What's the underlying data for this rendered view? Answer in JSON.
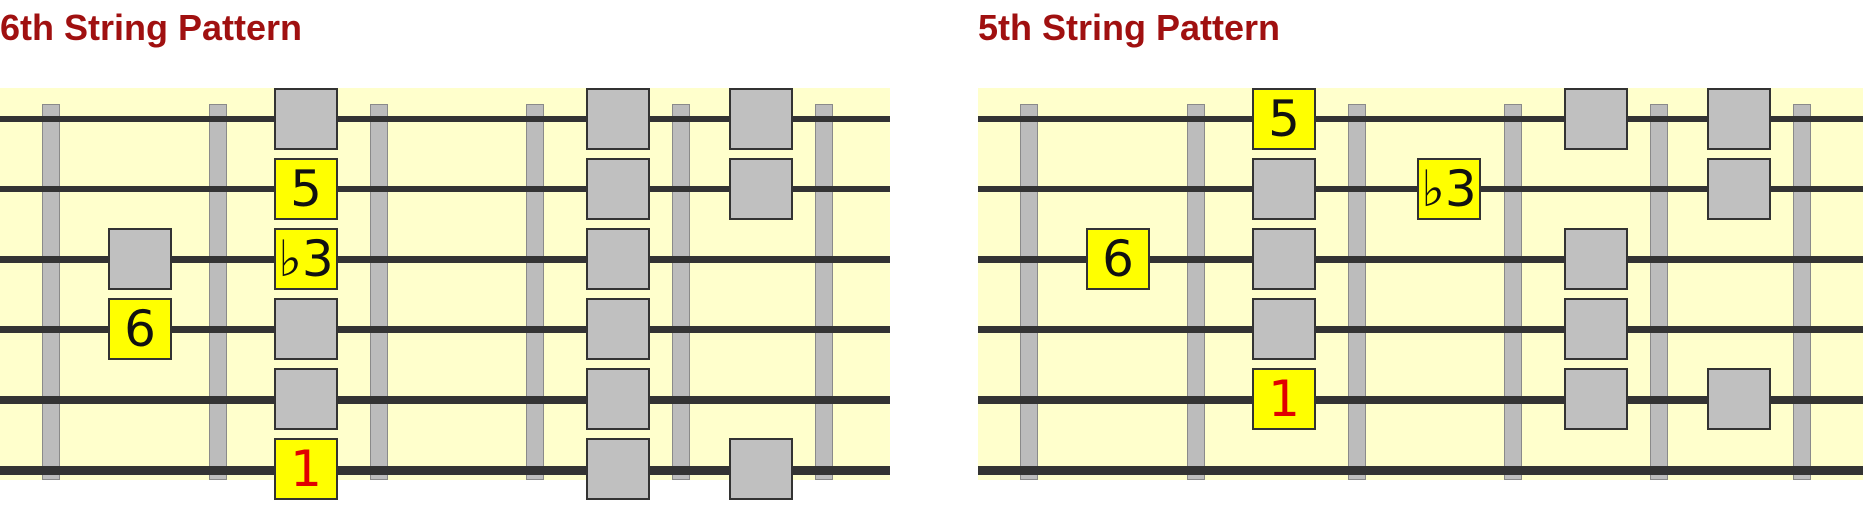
{
  "colors": {
    "title": "#a01010",
    "board": "#ffffcc",
    "string": "#333333",
    "fret": "#bcbcbc",
    "note_gray": "#c0c0c0",
    "note_yellow": "#ffff00",
    "text_black": "#111111",
    "root_red": "#e00000"
  },
  "panels": [
    {
      "title": "6th String Pattern",
      "notes": [
        {
          "label": "",
          "string": 1,
          "fret": 2
        },
        {
          "label": "",
          "string": 1,
          "fret": 4
        },
        {
          "label": "",
          "string": 1,
          "fret": 5
        },
        {
          "label": "5",
          "string": 2,
          "fret": 2
        },
        {
          "label": "",
          "string": 2,
          "fret": 4
        },
        {
          "label": "",
          "string": 2,
          "fret": 5
        },
        {
          "label": "",
          "string": 3,
          "fret": 1
        },
        {
          "label": "♭3",
          "string": 3,
          "fret": 2
        },
        {
          "label": "",
          "string": 3,
          "fret": 4
        },
        {
          "label": "6",
          "string": 4,
          "fret": 1
        },
        {
          "label": "",
          "string": 4,
          "fret": 2
        },
        {
          "label": "",
          "string": 4,
          "fret": 4
        },
        {
          "label": "",
          "string": 5,
          "fret": 2
        },
        {
          "label": "",
          "string": 5,
          "fret": 4
        },
        {
          "label": "1",
          "string": 6,
          "fret": 2,
          "root": true
        },
        {
          "label": "",
          "string": 6,
          "fret": 4
        },
        {
          "label": "",
          "string": 6,
          "fret": 5
        }
      ]
    },
    {
      "title": "5th String Pattern",
      "notes": [
        {
          "label": "5",
          "string": 1,
          "fret": 2
        },
        {
          "label": "",
          "string": 1,
          "fret": 4
        },
        {
          "label": "",
          "string": 1,
          "fret": 5
        },
        {
          "label": "",
          "string": 2,
          "fret": 2
        },
        {
          "label": "♭3",
          "string": 2,
          "fret": 3
        },
        {
          "label": "",
          "string": 2,
          "fret": 5
        },
        {
          "label": "6",
          "string": 3,
          "fret": 1
        },
        {
          "label": "",
          "string": 3,
          "fret": 2
        },
        {
          "label": "",
          "string": 3,
          "fret": 4
        },
        {
          "label": "",
          "string": 4,
          "fret": 2
        },
        {
          "label": "",
          "string": 4,
          "fret": 4
        },
        {
          "label": "1",
          "string": 5,
          "fret": 2,
          "root": true
        },
        {
          "label": "",
          "string": 5,
          "fret": 4
        },
        {
          "label": "",
          "string": 5,
          "fret": 5
        }
      ]
    }
  ]
}
